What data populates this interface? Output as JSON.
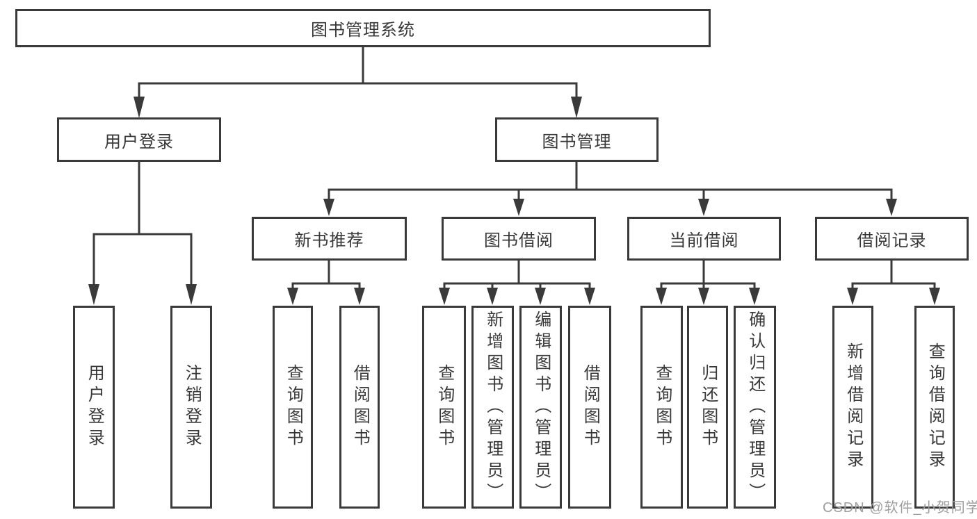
{
  "tree": {
    "label": "图书管理系统",
    "children": [
      {
        "label": "用户登录",
        "children": [
          {
            "label": "用户登录"
          },
          {
            "label": "注销登录"
          }
        ]
      },
      {
        "label": "图书管理",
        "children": [
          {
            "label": "新书推荐",
            "children": [
              {
                "label": "查询图书"
              },
              {
                "label": "借阅图书"
              }
            ]
          },
          {
            "label": "图书借阅",
            "children": [
              {
                "label": "查询图书"
              },
              {
                "label": "新增图书（管理员）"
              },
              {
                "label": "编辑图书（管理员）"
              },
              {
                "label": "借阅图书"
              }
            ]
          },
          {
            "label": "当前借阅",
            "children": [
              {
                "label": "查询图书"
              },
              {
                "label": "归还图书"
              },
              {
                "label": "确认归还（管理员）"
              }
            ]
          },
          {
            "label": "借阅记录",
            "children": [
              {
                "label": "新增借阅记录"
              },
              {
                "label": "查询借阅记录"
              }
            ]
          }
        ]
      }
    ]
  },
  "watermark": {
    "text": "CSDN @软件_小贺同学"
  },
  "colors": {
    "line": "#3a3a3a",
    "text": "#383838",
    "watermark": "#9e9e9e",
    "background": "#ffffff"
  }
}
